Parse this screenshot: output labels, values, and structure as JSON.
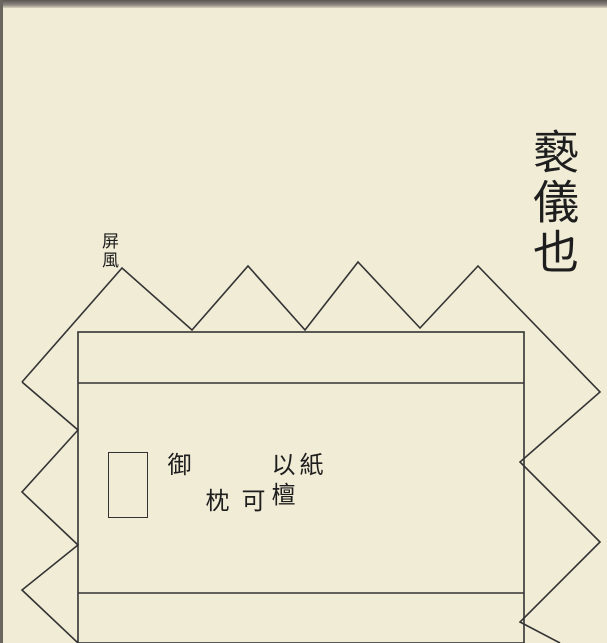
{
  "title": "褻儀也",
  "note": "屏風",
  "columns": [
    "御",
    "枕",
    "可",
    "以",
    "檀",
    "紙"
  ],
  "col_text": {
    "c1": "御",
    "c2": "枕",
    "c3": "可",
    "c4": "以檀",
    "c5": "紙"
  },
  "colors": {
    "paper": "#f1ecd6",
    "ink": "#1e1e1e",
    "line": "#333333"
  }
}
